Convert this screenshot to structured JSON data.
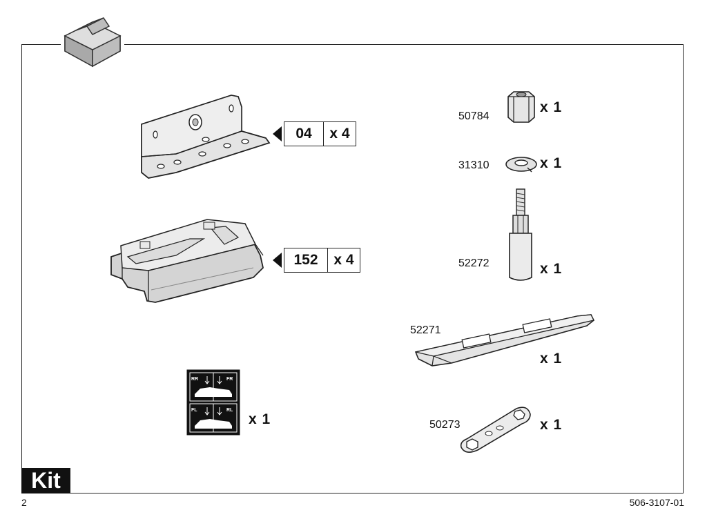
{
  "page": {
    "kit_label": "Kit",
    "page_number": "2",
    "document_number": "506-3107-01"
  },
  "callouts": [
    {
      "code": "04",
      "qty": "x 4"
    },
    {
      "code": "152",
      "qty": "x 4"
    }
  ],
  "parts": [
    {
      "number": "50784",
      "qty": "x 1"
    },
    {
      "number": "31310",
      "qty": "x 1"
    },
    {
      "number": "52272",
      "qty": "x 1"
    },
    {
      "number": "52271",
      "qty": "x 1"
    },
    {
      "number": "50273",
      "qty": "x 1"
    }
  ],
  "sticker": {
    "qty": "x 1",
    "labels": {
      "rr": "RR",
      "fr": "FR",
      "fl": "FL",
      "rl": "RL"
    }
  },
  "icons": [
    "box-icon",
    "bracket-icon",
    "foot-pad-icon",
    "sticker-icon",
    "nut-icon",
    "washer-icon",
    "bolt-spacer-icon",
    "plate-icon",
    "wrench-icon"
  ]
}
